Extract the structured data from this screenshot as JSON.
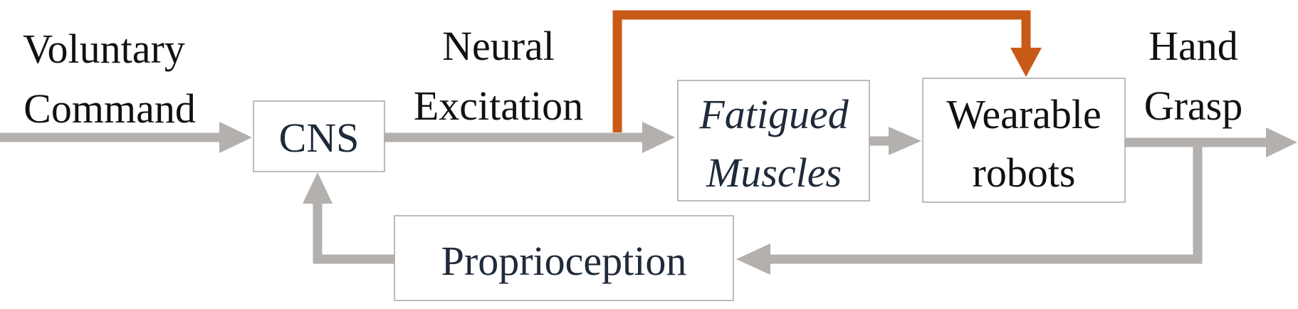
{
  "labels": {
    "input_line1": "Voluntary",
    "input_line2": "Command",
    "excitation_line1": "Neural",
    "excitation_line2": "Excitation",
    "output_line1": "Hand",
    "output_line2": "Grasp"
  },
  "blocks": {
    "cns": "CNS",
    "muscles_line1": "Fatigued",
    "muscles_line2": "Muscles",
    "robots_line1": "Wearable",
    "robots_line2": "robots",
    "proprioception": "Proprioception"
  },
  "colors": {
    "signal_arrow": "#b3b0ae",
    "robot_drive_arrow": "#c85a17",
    "block_border": "#a6a6a6",
    "block_text": "#1f2a3a",
    "label_text": "#111111"
  }
}
